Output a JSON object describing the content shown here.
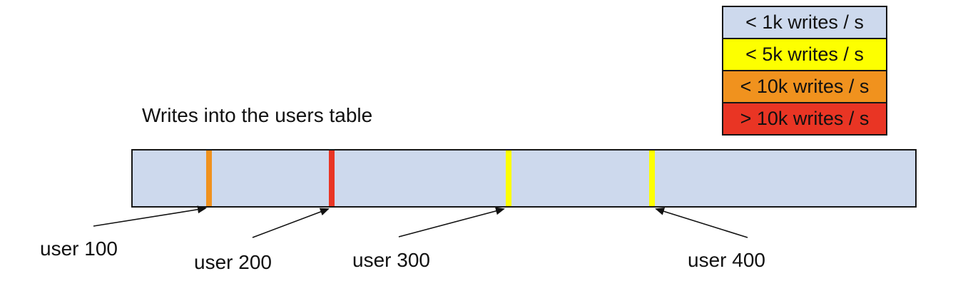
{
  "title": "Writes into the users table",
  "legend": {
    "items": [
      {
        "label": "< 1k writes / s",
        "color": "#cdd9ed"
      },
      {
        "label": "< 5k writes / s",
        "color": "#fdff00"
      },
      {
        "label": "< 10k writes / s",
        "color": "#f0921e"
      },
      {
        "label": "> 10k writes / s",
        "color": "#e93524"
      }
    ]
  },
  "bar": {
    "base_rate": "< 1k writes / s",
    "base_color": "#cdd9ed",
    "border_color": "#161616"
  },
  "markers": [
    {
      "label": "user 100",
      "rate": "< 10k writes / s",
      "color": "#f0921e",
      "position_fraction": 0.096
    },
    {
      "label": "user 200",
      "rate": "> 10k writes / s",
      "color": "#e93524",
      "position_fraction": 0.255
    },
    {
      "label": "user 300",
      "rate": "< 5k writes / s",
      "color": "#fdff00",
      "position_fraction": 0.479
    },
    {
      "label": "user 400",
      "rate": "< 5k writes / s",
      "color": "#fdff00",
      "position_fraction": 0.662
    }
  ]
}
